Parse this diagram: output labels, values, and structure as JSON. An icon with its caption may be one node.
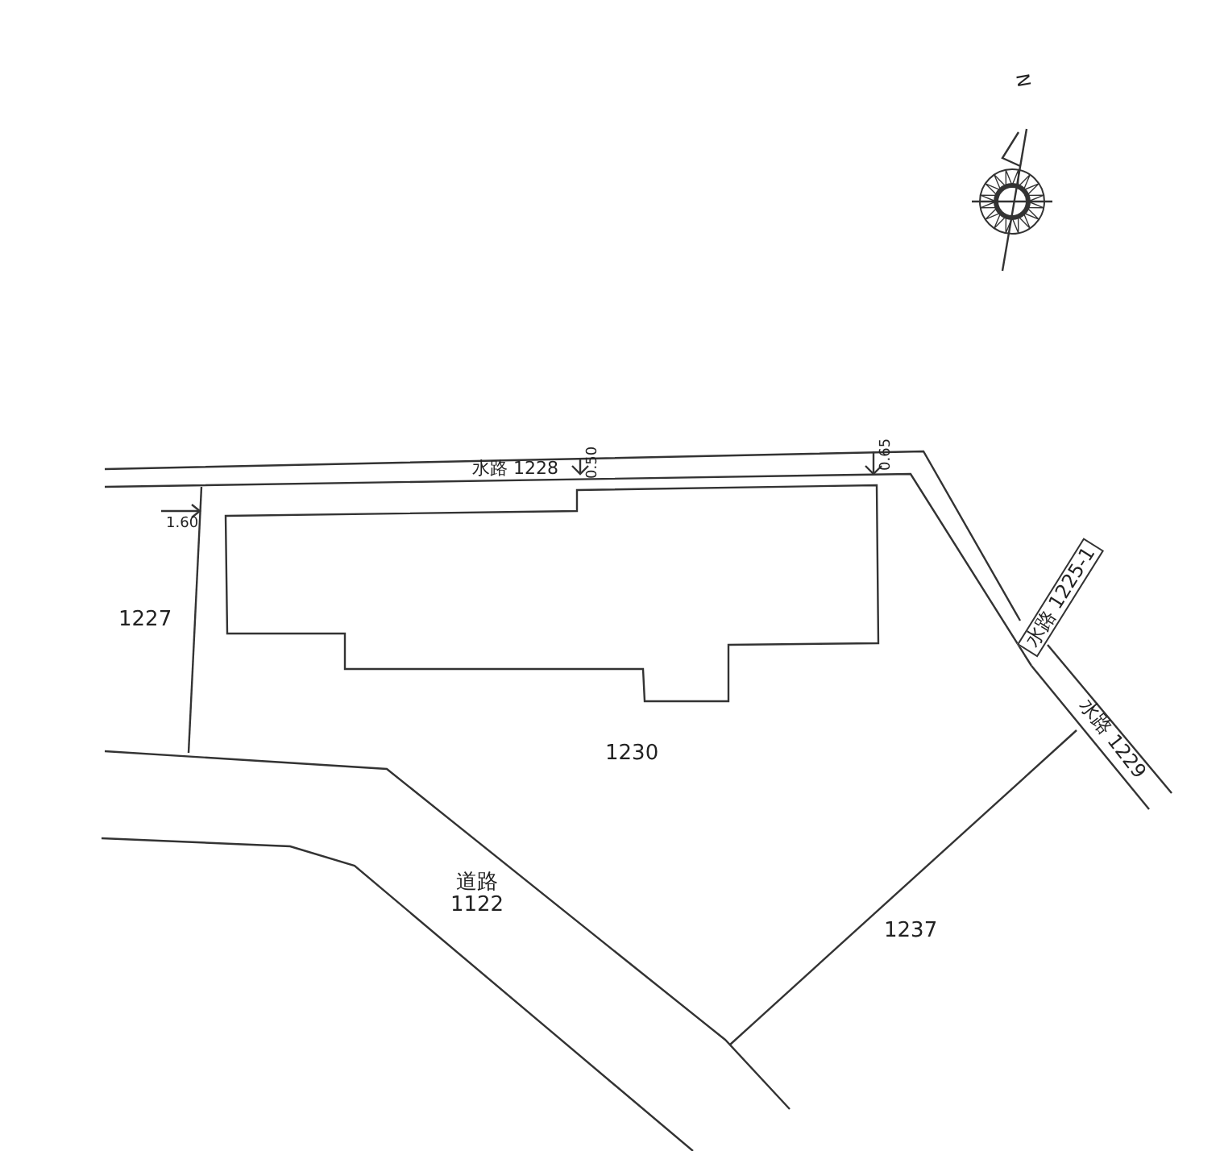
{
  "diagram": {
    "labels": [
      "N",
      "水路 1228",
      "0.50",
      "0.65",
      "1.60",
      "1227",
      "水路 1225-1",
      "水路 1229",
      "1230",
      "道路 1122",
      "1237"
    ]
  }
}
